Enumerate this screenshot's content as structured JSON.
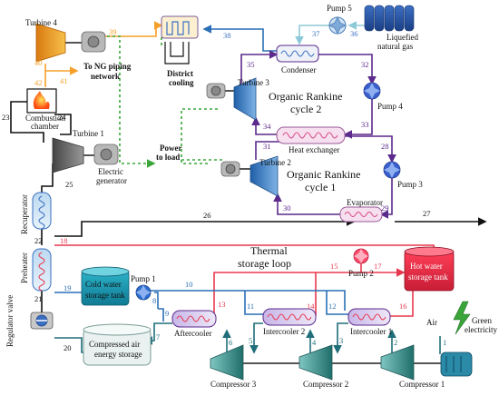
{
  "labels": {
    "turbine4": "Turbine 4",
    "ng_piping_1": "To NG piping",
    "ng_piping_2": "network",
    "combustion_1": "Combustion",
    "combustion_2": "chamber",
    "turbine1": "Turbine 1",
    "electric_gen_1": "Electric",
    "electric_gen_2": "generator",
    "district_cooling_1": "District",
    "district_cooling_2": "cooling",
    "power_to_load_1": "Power",
    "power_to_load_2": "to load",
    "pump5": "Pump 5",
    "lng_1": "Liquefied",
    "lng_2": "natural gas",
    "condenser": "Condenser",
    "turbine3": "Turbine 3",
    "orc2_1": "Organic Rankine",
    "orc2_2": "cycle 2",
    "pump4": "Pump 4",
    "heat_exchanger": "Heat exchanger",
    "turbine2": "Turbine 2",
    "orc1_1": "Organic Rankine",
    "orc1_2": "cycle 1",
    "pump3": "Pump 3",
    "evaporator": "Evaporator",
    "recuperator": "Recuperator",
    "preheater": "Preheater",
    "thermal_1": "Thermal",
    "thermal_2": "storage loop",
    "pump2": "Pump 2",
    "hot_tank_1": "Hot water",
    "hot_tank_2": "storage tank",
    "cold_tank_1": "Cold water",
    "cold_tank_2": "storage tank",
    "pump1": "Pump 1",
    "aftercooler": "Aftercooler",
    "intercooler2": "Intercooler 2",
    "intercooler1": "Intercooler 1",
    "air": "Air",
    "green_1": "Green",
    "green_2": "electricity",
    "regulator_valve": "Regulator valve",
    "caes_1": "Compressed air",
    "caes_2": "energy storage",
    "compressor3": "Compressor 3",
    "compressor2": "Compressor 2",
    "compressor1": "Compressor 1"
  },
  "stream_numbers": [
    "1",
    "2",
    "3",
    "4",
    "5",
    "6",
    "7",
    "8",
    "9",
    "10",
    "11",
    "12",
    "13",
    "14",
    "15",
    "16",
    "17",
    "18",
    "19",
    "20",
    "21",
    "22",
    "23",
    "24",
    "25",
    "26",
    "27",
    "28",
    "29",
    "30",
    "31",
    "32",
    "33",
    "34",
    "35",
    "36",
    "37",
    "38",
    "39",
    "40",
    "41",
    "42"
  ],
  "colors": {
    "air_stream": "#1f6e7a",
    "hot_water": "#e8384f",
    "cold_water": "#2a6fb5",
    "orc": "#5b2a8c",
    "lng": "#8ec9d9",
    "exhaust": "#f5a02a",
    "power": "#3aa63a",
    "flue": "#111111"
  }
}
